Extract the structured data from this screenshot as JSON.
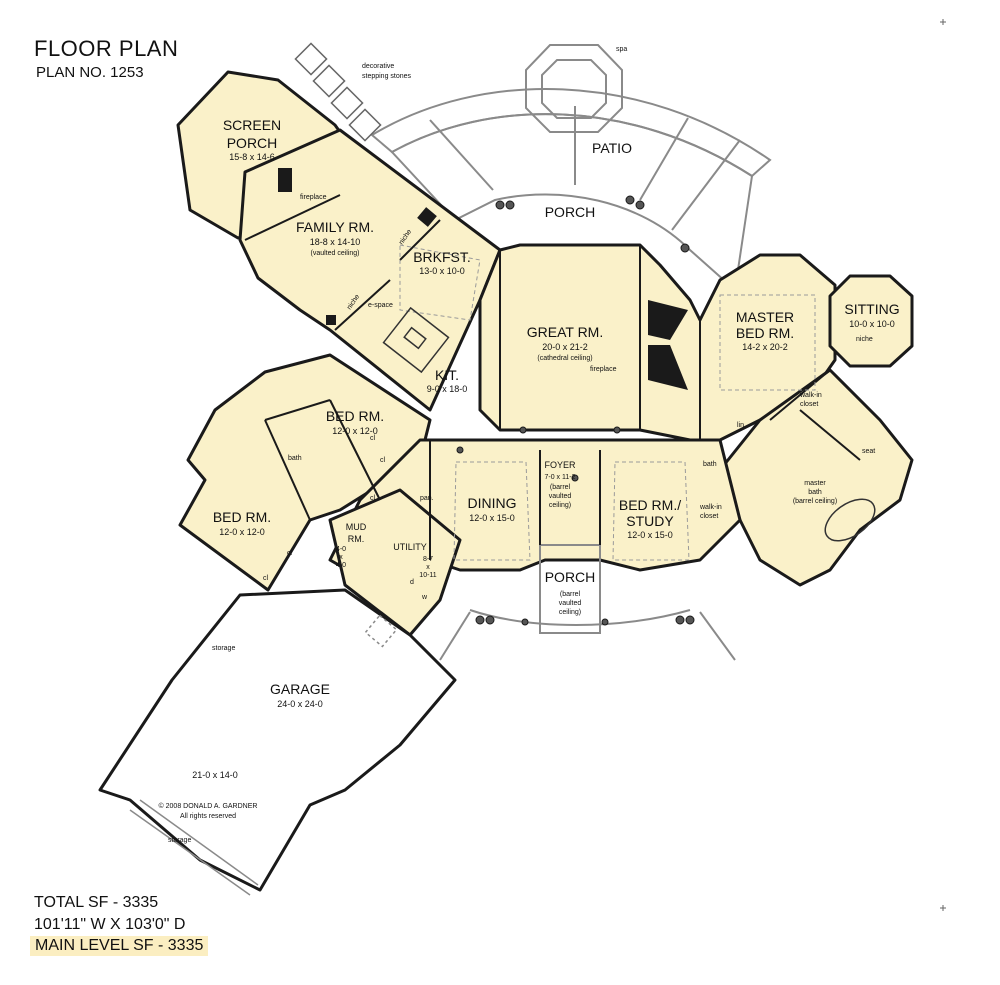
{
  "header": {
    "title": "FLOOR PLAN",
    "plan_no": "PLAN NO. 1253"
  },
  "footer": {
    "total_sf": "TOTAL SF - 3335",
    "dimensions": "101'11\" W X 103'0\" D",
    "main_level": "MAIN LEVEL SF - 3335"
  },
  "rooms": {
    "screen_porch": {
      "name1": "SCREEN",
      "name2": "PORCH",
      "dims": "15-8 x 14-6"
    },
    "family": {
      "name": "FAMILY RM.",
      "dims": "18-8 x 14-10",
      "note": "(vaulted ceiling)"
    },
    "brkfst": {
      "name": "BRKFST.",
      "dims": "13-0 x 10-0"
    },
    "kit": {
      "name": "KIT.",
      "dims": "9-0 x 18-0"
    },
    "great": {
      "name": "GREAT RM.",
      "dims": "20-0 x 21-2",
      "note": "(cathedral ceiling)"
    },
    "master": {
      "name1": "MASTER",
      "name2": "BED RM.",
      "dims": "14-2 x 20-2"
    },
    "sitting": {
      "name": "SITTING",
      "dims": "10-0 x 10-0"
    },
    "bed1": {
      "name": "BED RM.",
      "dims": "12-0 x 12-0"
    },
    "bed2": {
      "name": "BED RM.",
      "dims": "12-0 x 12-0"
    },
    "dining": {
      "name": "DINING",
      "dims": "12-0 x 15-0"
    },
    "foyer": {
      "name": "FOYER",
      "dims": "7-0 x 11-2",
      "note1": "(barrel",
      "note2": "vaulted",
      "note3": "ceiling)"
    },
    "study": {
      "name1": "BED RM./",
      "name2": "STUDY",
      "dims": "12-0 x 15-0"
    },
    "mud": {
      "name1": "MUD",
      "name2": "RM.",
      "dims1": "4-0",
      "dims2": "x",
      "dims3": "4-0"
    },
    "utility": {
      "name": "UTILITY",
      "dims1": "8-7",
      "dims2": "x",
      "dims3": "10-11"
    },
    "porch_front": {
      "name": "PORCH",
      "note1": "(barrel",
      "note2": "vaulted",
      "note3": "ceiling)"
    },
    "porch_rear": {
      "name": "PORCH"
    },
    "patio": {
      "name": "PATIO"
    },
    "garage": {
      "name": "GARAGE",
      "dims": "24-0 x 24-0",
      "dims2": "21-0 x 14-0"
    },
    "master_bath": {
      "name1": "master",
      "name2": "bath",
      "note": "(barrel ceiling)"
    }
  },
  "labels": {
    "stones1": "decorative",
    "stones2": "stepping stones",
    "spa": "spa",
    "fireplace": "fireplace",
    "niche": "niche",
    "e_space": "e-space",
    "bath": "bath",
    "cl": "cl",
    "pan": "pan.",
    "lin": "lin.",
    "walkin1": "walk-in",
    "walkin2": "closet",
    "seat": "seat",
    "storage": "storage",
    "d": "d",
    "w": "w",
    "copyright1": "© 2008 DONALD A. GARDNER",
    "copyright2": "All rights reserved"
  },
  "colors": {
    "floor": "#faf1c9",
    "wall": "#1a1a1a",
    "outline": "#8a8a8a"
  }
}
